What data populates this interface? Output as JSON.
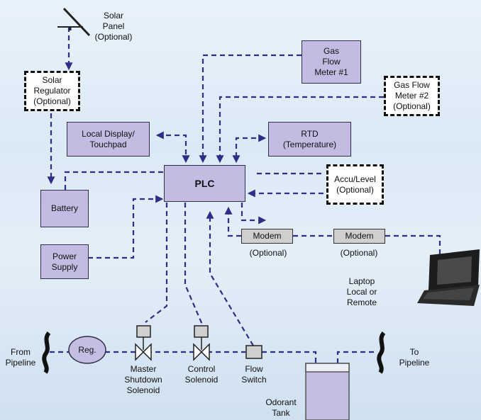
{
  "labels": {
    "solar_panel": "Solar\nPanel\n(Optional)",
    "solar_regulator": "Solar\nRegulator\n(Optional)",
    "gas_flow_meter_1": "Gas\nFlow\nMeter #1",
    "gas_flow_meter_2": "Gas Flow\nMeter #2\n(Optional)",
    "local_display": "Local Display/\nTouchpad",
    "rtd": "RTD\n(Temperature)",
    "plc": "PLC",
    "accu_level": "Accu/Level\n(Optional)",
    "battery": "Battery",
    "power_supply": "Power\nSupply",
    "modem_1": "Modem",
    "modem_1_optional": "(Optional)",
    "modem_2": "Modem",
    "modem_2_optional": "(Optional)",
    "laptop": "Laptop\nLocal or\nRemote",
    "from_pipeline": "From\nPipeline",
    "reg": "Reg.",
    "master_shutdown_solenoid": "Master\nShutdown\nSolenoid",
    "control_solenoid": "Control\nSolenoid",
    "flow_switch": "Flow\nSwitch",
    "to_pipeline": "To\nPipeline",
    "odorant_tank": "Odorant\nTank"
  },
  "colors": {
    "box_fill": "#c3bbe1",
    "line": "#2e2e88",
    "pipe": "#2e2e88",
    "modem_fill": "#cfcfcf",
    "tank_fill": "#c6bde3"
  }
}
